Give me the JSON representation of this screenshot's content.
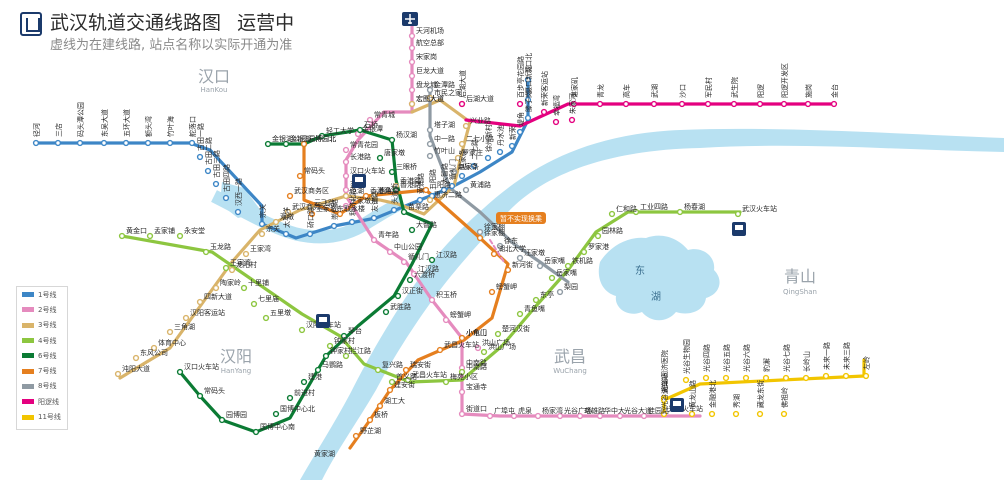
{
  "header": {
    "title": "武汉轨道交通线路图",
    "status": "运营中",
    "subtitle": "虚线为在建线路, 站点名称以实际开通为准"
  },
  "districts": [
    {
      "name": "汉口",
      "pinyin": "HanKou"
    },
    {
      "name": "汉阳",
      "pinyin": "HanYang"
    },
    {
      "name": "武昌",
      "pinyin": "WuChang"
    },
    {
      "name": "青山",
      "pinyin": "QingShan"
    }
  ],
  "lake_label": [
    "东",
    "湖"
  ],
  "transfer_badge": "暂不实现换乘",
  "legend": [
    {
      "label": "1号线",
      "color": "#3d86c6"
    },
    {
      "label": "2号线",
      "color": "#e58bbe"
    },
    {
      "label": "3号线",
      "color": "#d9b46a"
    },
    {
      "label": "4号线",
      "color": "#8dc640"
    },
    {
      "label": "6号线",
      "color": "#0b7b34"
    },
    {
      "label": "7号线",
      "color": "#e57f1f"
    },
    {
      "label": "8号线",
      "color": "#8f9aa3"
    },
    {
      "label": "阳逻线",
      "color": "#e4007f"
    },
    {
      "label": "11号线",
      "color": "#f2c500"
    }
  ],
  "stations": {
    "line1": [
      "径河",
      "三店",
      "码头潭公园",
      "东吴大道",
      "五环大道",
      "额头湾",
      "竹叶海",
      "舵落口",
      "古田一路",
      "古田二路",
      "古田三路",
      "古田四路",
      "汉西一路",
      "宗关",
      "太平洋",
      "硚口路",
      "崇仁路",
      "利济北路",
      "友谊路",
      "头道街",
      "黄浦路",
      "三阳路",
      "大智路",
      "循礼门",
      "赵家条",
      "二七路",
      "徐州新村",
      "丹水池",
      "新荣",
      "堤角",
      "滕子岗",
      "滠口新城",
      "汉口北"
    ],
    "line2": [
      "天河机场",
      "航空总部",
      "宋家岗",
      "巨龙大道",
      "盘龙城",
      "宏图大道",
      "常青城",
      "金银潭",
      "常青花园",
      "长港路",
      "汉口火车站",
      "范湖",
      "王家墩东",
      "青年路",
      "中山公园",
      "循礼门",
      "江汉路",
      "积玉桥",
      "螃蟹岬",
      "小龟山",
      "洪山广场",
      "中南路",
      "宝通寺",
      "街道口",
      "广埠屯",
      "虎泉",
      "杨家湾",
      "光谷广场",
      "珞雄路",
      "华中大",
      "光谷大道",
      "佳园路",
      "光谷火车站"
    ],
    "line3": [
      "宏图大道",
      "市民之家",
      "后湖大道",
      "兴业路",
      "二七小路",
      "罗家庄",
      "赵家条",
      "惠济二路",
      "香港路",
      "菱角湖",
      "范湖",
      "云飞路",
      "武汉商务区",
      "双墩",
      "宗关",
      "王家湾",
      "龙阳村",
      "陶家岭",
      "四新大道",
      "汉阳客运站",
      "三角湖",
      "体育中心",
      "东风公司",
      "沌阳大道"
    ],
    "line4": [
      "黄金口",
      "孟家铺",
      "永安堂",
      "玉龙路",
      "王家湾",
      "十里铺",
      "七里庙",
      "五里墩",
      "汉阳火车站",
      "钟家村",
      "拦江路",
      "复兴路",
      "首义路",
      "武昌火车站",
      "梅苑小区",
      "中南路",
      "洪山广场",
      "楚河汉街",
      "青鱼嘴",
      "东亭",
      "岳家嘴",
      "铁机路",
      "罗家港",
      "园林路",
      "仁和路",
      "工业四路",
      "杨春湖",
      "武汉火车站"
    ],
    "line6": [
      "金银湖公园",
      "金银湖",
      "园博园北",
      "轻工大学",
      "石桥",
      "杨汉湖",
      "唐家墩",
      "三眼桥",
      "香港路",
      "苗栗路",
      "大智路",
      "江汉路",
      "六渡桥",
      "汉正街",
      "武胜路",
      "琴台",
      "钟家村",
      "马鹦路",
      "建港",
      "前进村",
      "国博中心北",
      "国博中心南",
      "园博园",
      "常码头",
      "汉口火车站"
    ],
    "line7": [
      "园博园北",
      "常码头",
      "武汉商务区",
      "王家墩东",
      "取水楼",
      "香港路",
      "三阳路",
      "徐家棚",
      "湖北大学",
      "新河街",
      "螃蟹岬",
      "小东门",
      "武昌火车站",
      "瑞安街",
      "建安街",
      "湖工大",
      "板桥",
      "野芷湖"
    ],
    "line8": [
      "金潭路",
      "塔子湖",
      "中一路",
      "竹叶山",
      "赵家条",
      "黄浦路",
      "徐家棚",
      "徐东",
      "汪家墩",
      "岳家嘴",
      "梨园"
    ],
    "yangluo": [
      "后湖大道",
      "百步亭花园路",
      "新荣客运站",
      "幸福湾",
      "朱家河",
      "谌家矶",
      "青龙",
      "高车",
      "武湖",
      "沙口",
      "军民村",
      "武生院",
      "阳逻",
      "阳逻开发区",
      "施岗",
      "金台"
    ],
    "line11": [
      "光谷火车站",
      "光谷同济医院",
      "光谷生物园",
      "光谷四路",
      "光谷五路",
      "光谷六路",
      "豹澥",
      "光谷七路",
      "长岭山",
      "未来一路",
      "未来三路",
      "左岭",
      "湖口",
      "黄龙山路",
      "金融港北",
      "秀湖",
      "藏龙东街",
      "佛祖岭"
    ]
  },
  "extra_labels": {
    "huangjiahu": "黄家湖"
  }
}
